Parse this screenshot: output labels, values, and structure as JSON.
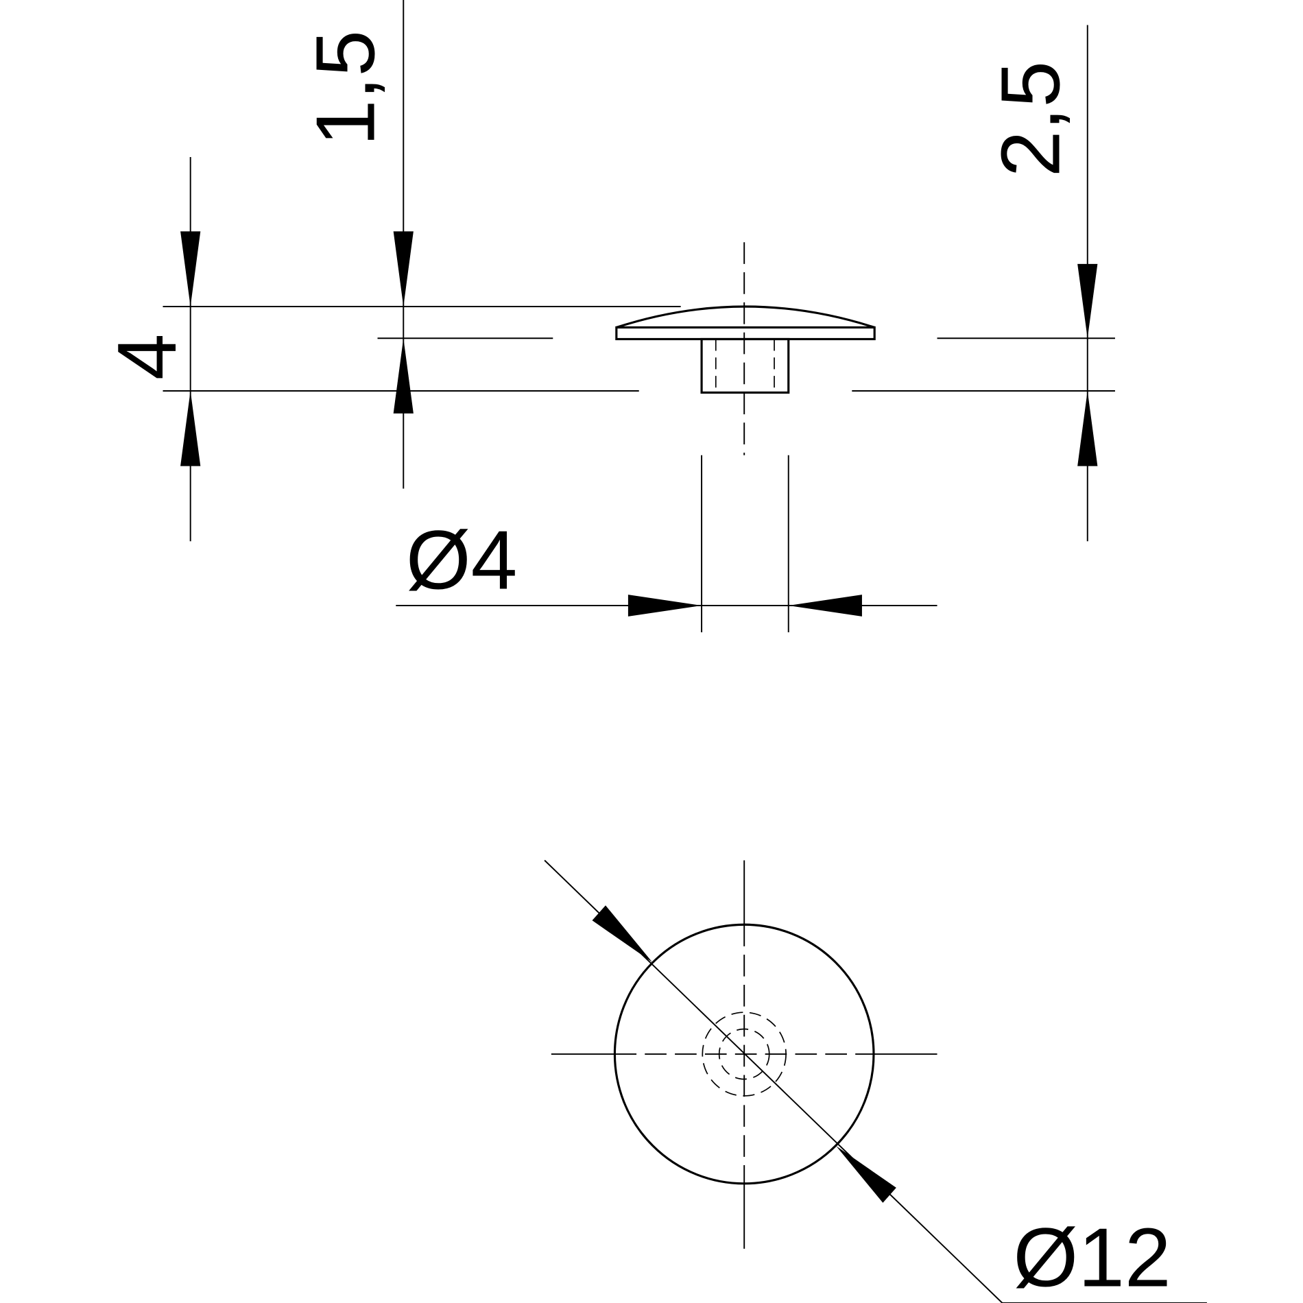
{
  "dimensions": {
    "height_total": "4",
    "head_thickness": "1,5",
    "stem_length": "2,5",
    "stem_diameter": "Ø4",
    "head_diameter": "Ø12"
  },
  "colors": {
    "line": "#000000",
    "background": "#ffffff"
  }
}
